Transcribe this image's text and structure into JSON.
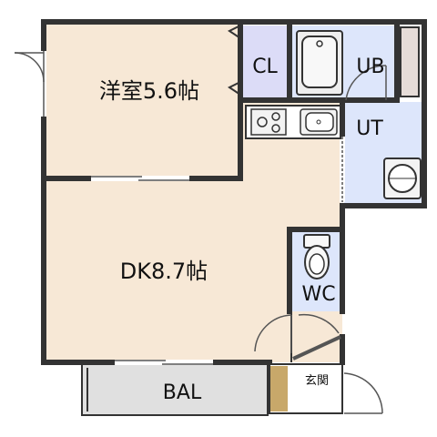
{
  "rooms": {
    "western_room": "洋室5.6帖",
    "dk": "DK8.7帖",
    "closet": "CL",
    "unit_bath": "UB",
    "utility": "UT",
    "toilet": "WC",
    "balcony": "BAL",
    "entrance": "玄関"
  },
  "colors": {
    "room_fill": "#f7e8d6",
    "closet_fill": "#dcdcf7",
    "wet_fill": "#dde6fb",
    "balcony_fill": "#e0e0e0",
    "shoe_box_fill": "#c8a86a",
    "wall": "#333333"
  }
}
